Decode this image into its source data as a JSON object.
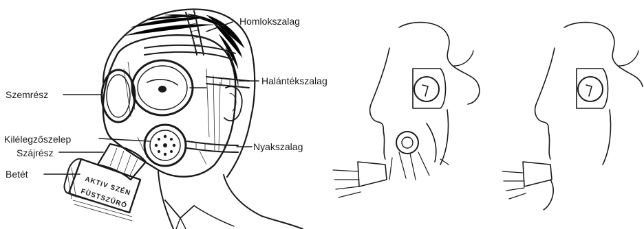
{
  "labels": {
    "forehead_strap": "Homlokszalag",
    "temple_strap": "Halántékszalag",
    "neck_strap": "Nyakszalag",
    "eyepiece": "Szemrész",
    "exhale_valve": "Kilélegzőszelep",
    "mouthpiece": "Szájrész",
    "cartridge": "Betét"
  },
  "cartridge_text": {
    "line1": "AKTIV SZÉN",
    "line2": "FÜSTSZŰRŐ"
  },
  "colors": {
    "ink": "#1a1a1a",
    "background": "#ffffff"
  }
}
